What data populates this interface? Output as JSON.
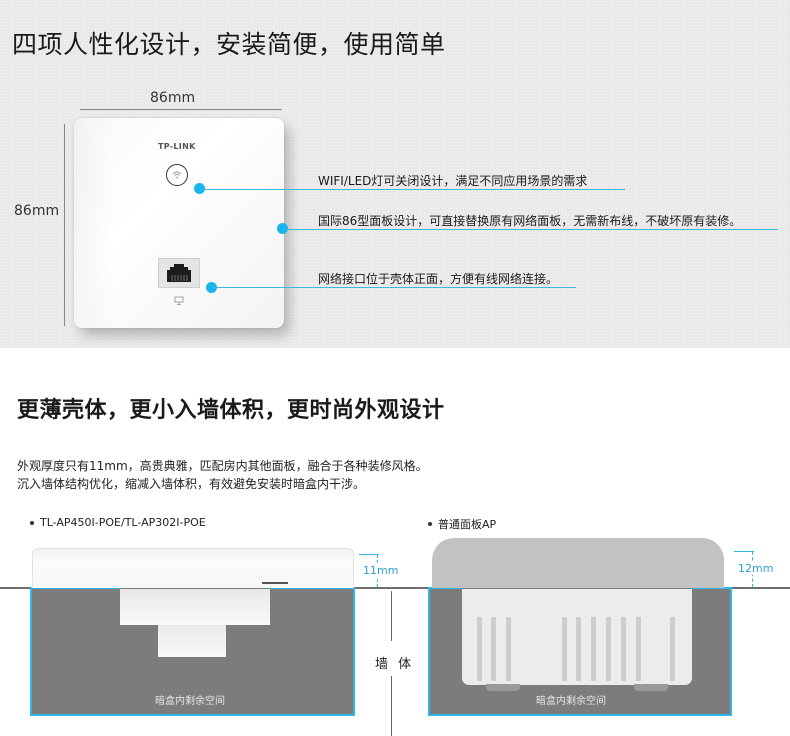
{
  "section1": {
    "title": "四项人性化设计，安装简便，使用简单",
    "dimensions": {
      "width": "86mm",
      "height": "86mm"
    },
    "product": {
      "brand": "TP-LINK",
      "icons": [
        "wifi-led-button",
        "rj45-port",
        "lan-icon"
      ]
    },
    "callouts": [
      {
        "text": "WIFI/LED灯可关闭设计，满足不同应用场景的需求"
      },
      {
        "text": "国际86型面板设计，可直接替换原有网络面板，无需新布线，不破坏原有装修。"
      },
      {
        "text": "网络接口位于壳体正面，方便有线网络连接。"
      }
    ],
    "accent_color": "#18b4ec"
  },
  "section2": {
    "title": "更薄壳体，更小入墙体积，更时尚外观设计",
    "description": [
      "外观厚度只有11mm，高贵典雅，匹配房内其他面板，融合于各种装修风格。",
      "沉入墙体结构优化，缩减入墙体积，有效避免安装时暗盒内干涉。"
    ],
    "comparison": [
      {
        "label": "TL-AP450I-POE/TL-AP302I-POE",
        "thickness": "11mm",
        "box_label": "暗盒内剩余空间"
      },
      {
        "label": "普通面板AP",
        "thickness": "12mm",
        "box_label": "暗盒内剩余空间"
      }
    ],
    "wall_label": "墙 体"
  }
}
